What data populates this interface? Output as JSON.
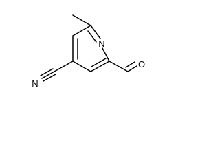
{
  "molecule": {
    "atoms": {
      "ring_nitrogen": "N",
      "nitrile_nitrogen": "N",
      "aldehyde_oxygen": "O"
    },
    "colors": {
      "bond": "#000000",
      "label": "#000000",
      "background": "#ffffff"
    }
  }
}
